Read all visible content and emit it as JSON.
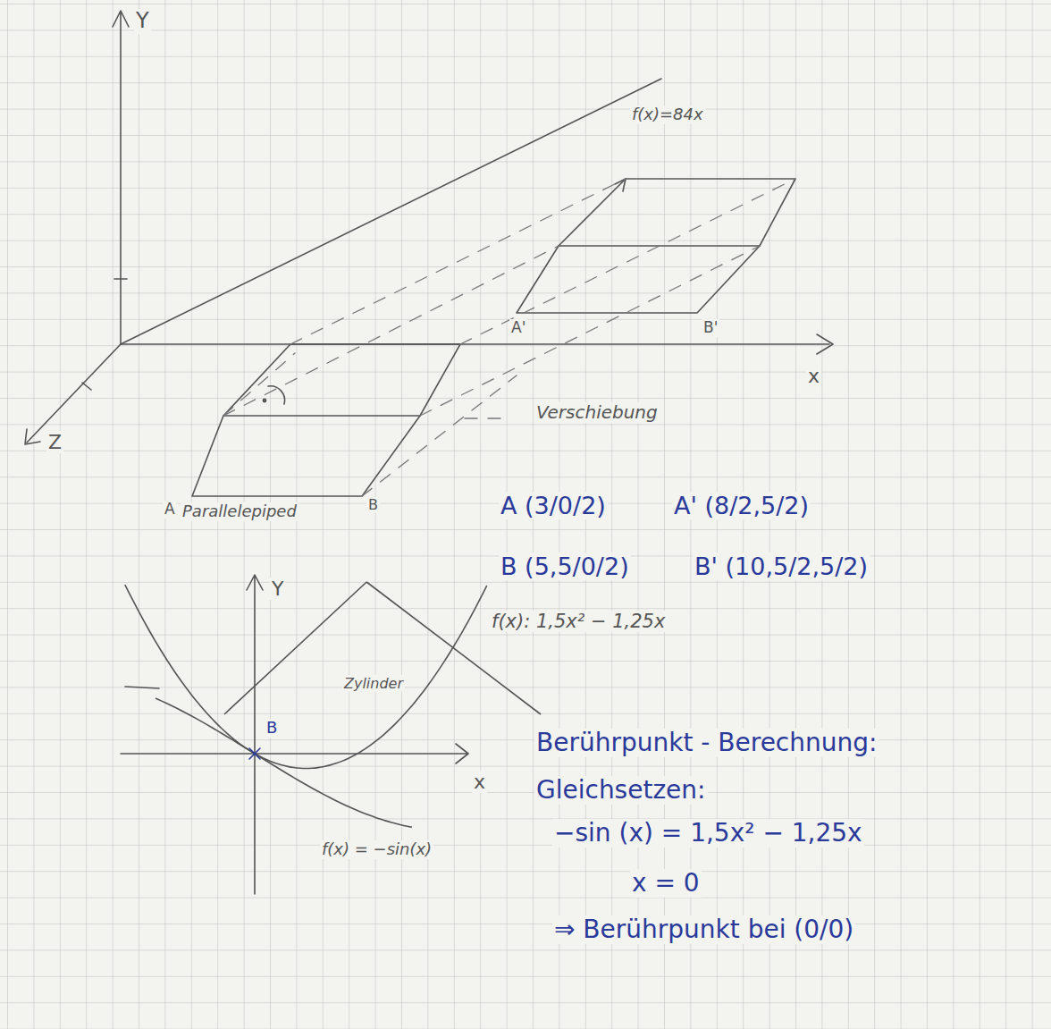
{
  "diagram": {
    "nodes": [
      {
        "text": [
          "Zylinder"
        ]
      }
    ],
    "labels": [
      "Y",
      "f(x)=84x",
      "A'",
      "B'",
      "x",
      "Z",
      "Verschiebung",
      "A",
      "Parallelepiped",
      "B",
      "A (3/0/2)",
      "A' (8/2,5/2)",
      "B (5,5/0/2)",
      "B' (10,5/2,5/2)",
      "f(x): 1,5x² − 1,25x",
      "Y",
      "B",
      "x",
      "f(x) = −sin(x)",
      "Berührpunkt - Berechnung:",
      "Gleichsetzen:",
      "−sin (x) = 1,5x² − 1,25x",
      "x = 0",
      "⇒ Berührpunkt bei (0/0)"
    ]
  }
}
